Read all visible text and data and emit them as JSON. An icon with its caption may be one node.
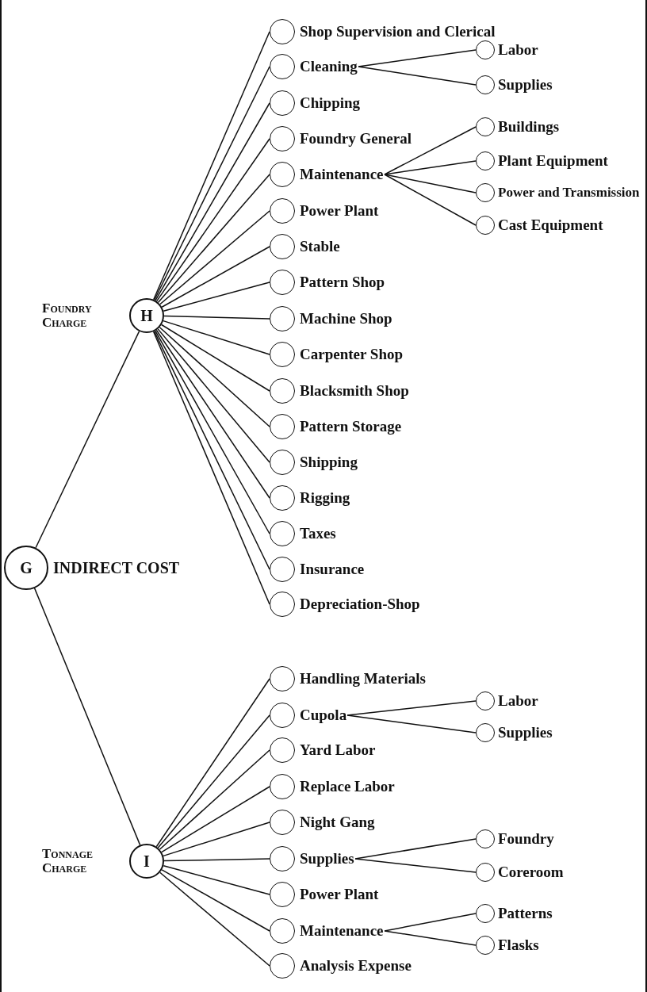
{
  "diagram": {
    "nodes": [
      {
        "text": [
          "G"
        ],
        "beside": [
          "INDIRECT COST"
        ]
      },
      {
        "text": [
          "H"
        ],
        "beside": [
          "Foundry Charge"
        ]
      },
      {
        "text": [
          "Shop Supervision and Clerical"
        ]
      },
      {
        "text": [
          "Cleaning"
        ]
      },
      {
        "text": [
          "Labor"
        ]
      },
      {
        "text": [
          "Supplies"
        ]
      },
      {
        "text": [
          "Chipping"
        ]
      },
      {
        "text": [
          "Foundry General"
        ]
      },
      {
        "text": [
          "Maintenance"
        ]
      },
      {
        "text": [
          "Buildings"
        ]
      },
      {
        "text": [
          "Plant Equipment"
        ]
      },
      {
        "text": [
          "Power and Transmission"
        ]
      },
      {
        "text": [
          "Cast Equipment"
        ]
      },
      {
        "text": [
          "Power Plant"
        ]
      },
      {
        "text": [
          "Stable"
        ]
      },
      {
        "text": [
          "Pattern Shop"
        ]
      },
      {
        "text": [
          "Machine Shop"
        ]
      },
      {
        "text": [
          "Carpenter Shop"
        ]
      },
      {
        "text": [
          "Blacksmith Shop"
        ]
      },
      {
        "text": [
          "Pattern Storage"
        ]
      },
      {
        "text": [
          "Shipping"
        ]
      },
      {
        "text": [
          "Rigging"
        ]
      },
      {
        "text": [
          "Taxes"
        ]
      },
      {
        "text": [
          "Insurance"
        ]
      },
      {
        "text": [
          "Depreciation-Shop"
        ]
      },
      {
        "text": [
          "I"
        ],
        "beside": [
          "Tonnage Charge"
        ]
      },
      {
        "text": [
          "Handling Materials"
        ]
      },
      {
        "text": [
          "Cupola"
        ]
      },
      {
        "text": [
          "Labor"
        ]
      },
      {
        "text": [
          "Supplies"
        ]
      },
      {
        "text": [
          "Yard Labor"
        ]
      },
      {
        "text": [
          "Replace Labor"
        ]
      },
      {
        "text": [
          "Night Gang"
        ]
      },
      {
        "text": [
          "Supplies"
        ]
      },
      {
        "text": [
          "Foundry"
        ]
      },
      {
        "text": [
          "Coreroom"
        ]
      },
      {
        "text": [
          "Power Plant"
        ]
      },
      {
        "text": [
          "Maintenance"
        ]
      },
      {
        "text": [
          "Patterns"
        ]
      },
      {
        "text": [
          "Flasks"
        ]
      },
      {
        "text": [
          "Analysis Expense"
        ]
      }
    ],
    "edges": [
      {
        "from": 0,
        "to": 1,
        "arrow": "none"
      },
      {
        "from": 0,
        "to": 25,
        "arrow": "none"
      },
      {
        "from": 1,
        "to": 2,
        "arrow": "none"
      },
      {
        "from": 1,
        "to": 3,
        "arrow": "none"
      },
      {
        "from": 1,
        "to": 6,
        "arrow": "none"
      },
      {
        "from": 1,
        "to": 7,
        "arrow": "none"
      },
      {
        "from": 1,
        "to": 8,
        "arrow": "none"
      },
      {
        "from": 1,
        "to": 13,
        "arrow": "none"
      },
      {
        "from": 1,
        "to": 14,
        "arrow": "none"
      },
      {
        "from": 1,
        "to": 15,
        "arrow": "none"
      },
      {
        "from": 1,
        "to": 16,
        "arrow": "none"
      },
      {
        "from": 1,
        "to": 17,
        "arrow": "none"
      },
      {
        "from": 1,
        "to": 18,
        "arrow": "none"
      },
      {
        "from": 1,
        "to": 19,
        "arrow": "none"
      },
      {
        "from": 1,
        "to": 20,
        "arrow": "none"
      },
      {
        "from": 1,
        "to": 21,
        "arrow": "none"
      },
      {
        "from": 1,
        "to": 22,
        "arrow": "none"
      },
      {
        "from": 1,
        "to": 23,
        "arrow": "none"
      },
      {
        "from": 1,
        "to": 24,
        "arrow": "none"
      },
      {
        "from": 3,
        "to": 4,
        "arrow": "none"
      },
      {
        "from": 3,
        "to": 5,
        "arrow": "none"
      },
      {
        "from": 8,
        "to": 9,
        "arrow": "none"
      },
      {
        "from": 8,
        "to": 10,
        "arrow": "none"
      },
      {
        "from": 8,
        "to": 11,
        "arrow": "none"
      },
      {
        "from": 8,
        "to": 12,
        "arrow": "none"
      },
      {
        "from": 25,
        "to": 26,
        "arrow": "none"
      },
      {
        "from": 25,
        "to": 27,
        "arrow": "none"
      },
      {
        "from": 25,
        "to": 30,
        "arrow": "none"
      },
      {
        "from": 25,
        "to": 31,
        "arrow": "none"
      },
      {
        "from": 25,
        "to": 32,
        "arrow": "none"
      },
      {
        "from": 25,
        "to": 33,
        "arrow": "none"
      },
      {
        "from": 25,
        "to": 36,
        "arrow": "none"
      },
      {
        "from": 25,
        "to": 37,
        "arrow": "none"
      },
      {
        "from": 25,
        "to": 40,
        "arrow": "none"
      },
      {
        "from": 27,
        "to": 28,
        "arrow": "none"
      },
      {
        "from": 27,
        "to": 29,
        "arrow": "none"
      },
      {
        "from": 33,
        "to": 34,
        "arrow": "none"
      },
      {
        "from": 33,
        "to": 35,
        "arrow": "none"
      },
      {
        "from": 37,
        "to": 38,
        "arrow": "none"
      },
      {
        "from": 37,
        "to": 39,
        "arrow": "none"
      }
    ]
  }
}
